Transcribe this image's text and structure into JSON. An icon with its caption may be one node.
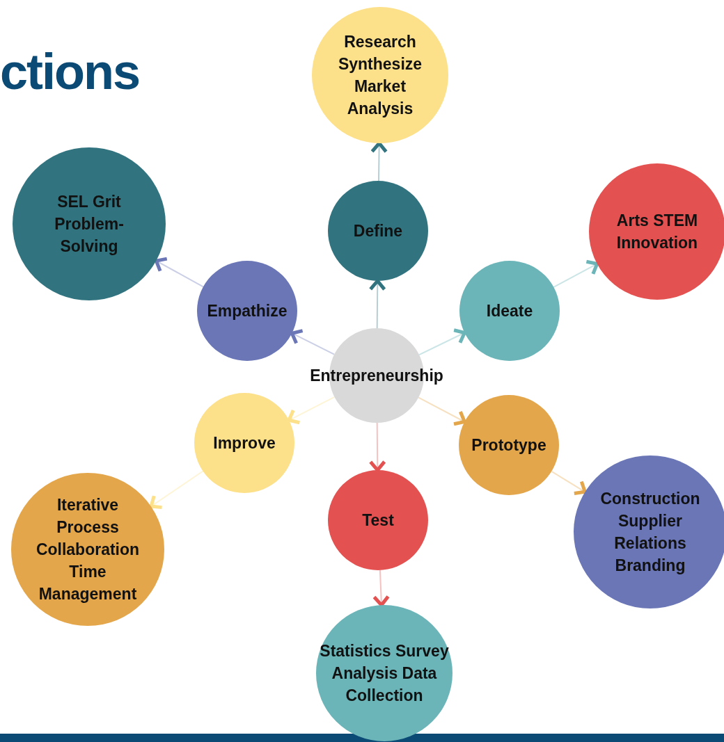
{
  "diagram": {
    "title": "ctions",
    "nodes": [
      {
        "text": [
          "Entrepreneurship"
        ]
      },
      {
        "text": [
          "Define"
        ]
      },
      {
        "text": [
          "Research Synthesize Market Analysis"
        ]
      },
      {
        "text": [
          "Empathize"
        ]
      },
      {
        "text": [
          "SEL Grit Problem-Solving"
        ]
      },
      {
        "text": [
          "Ideate"
        ]
      },
      {
        "text": [
          "Arts STEM Innovation"
        ]
      },
      {
        "text": [
          "Improve"
        ]
      },
      {
        "text": [
          "Iterative Process Collaboration Time Management"
        ]
      },
      {
        "text": [
          "Prototype"
        ]
      },
      {
        "text": [
          "Construction Supplier Relations Branding"
        ]
      },
      {
        "text": [
          "Test"
        ]
      },
      {
        "text": [
          "Statistics Survey Analysis Data Collection"
        ]
      }
    ],
    "edges": [
      {
        "from": 0,
        "to": 1,
        "arrow": "to",
        "color": "#31747f"
      },
      {
        "from": 1,
        "to": 2,
        "arrow": "to",
        "color": "#31747f"
      },
      {
        "from": 0,
        "to": 3,
        "arrow": "to",
        "color": "#6a76b6"
      },
      {
        "from": 3,
        "to": 4,
        "arrow": "to",
        "color": "#6a76b6"
      },
      {
        "from": 0,
        "to": 5,
        "arrow": "to",
        "color": "#6bb5b8"
      },
      {
        "from": 5,
        "to": 6,
        "arrow": "to",
        "color": "#6bb5b8"
      },
      {
        "from": 0,
        "to": 7,
        "arrow": "to",
        "color": "#fde08a"
      },
      {
        "from": 7,
        "to": 8,
        "arrow": "to",
        "color": "#fde08a"
      },
      {
        "from": 0,
        "to": 9,
        "arrow": "to",
        "color": "#e4a64a"
      },
      {
        "from": 9,
        "to": 10,
        "arrow": "to",
        "color": "#e4a64a"
      },
      {
        "from": 0,
        "to": 11,
        "arrow": "to",
        "color": "#e35150"
      },
      {
        "from": 11,
        "to": 12,
        "arrow": "to",
        "color": "#e35150"
      }
    ]
  }
}
